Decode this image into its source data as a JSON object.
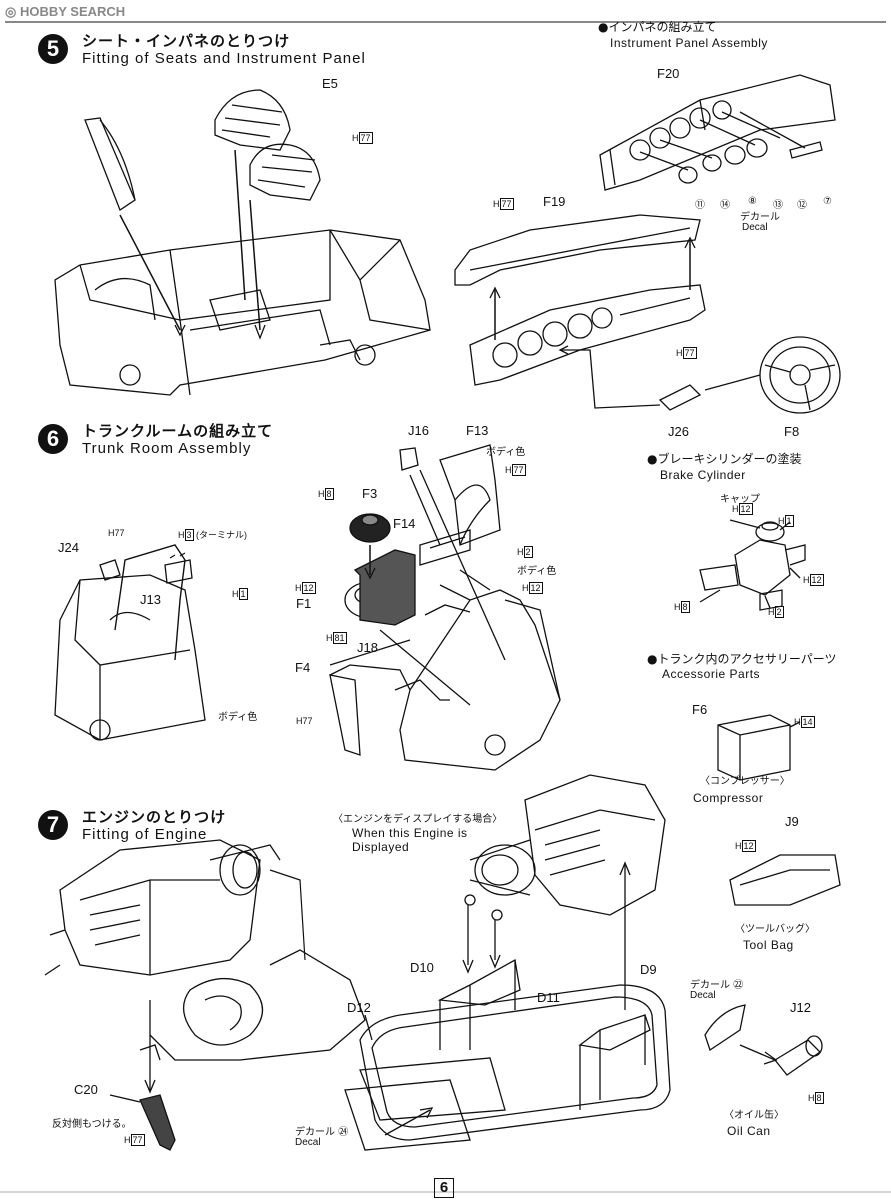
{
  "watermark": "HOBBY SEARCH",
  "steps": [
    {
      "num": "5",
      "jp": "シート・インパネのとりつけ",
      "en": "Fitting of Seats and Instrument Panel"
    },
    {
      "num": "6",
      "jp": "トランクルームの組み立て",
      "en": "Trunk Room Assembly"
    },
    {
      "num": "7",
      "jp": "エンジンのとりつけ",
      "en": "Fitting of Engine"
    }
  ],
  "subsections": {
    "instrument_panel": {
      "jp": "●インパネの組み立て",
      "en": "Instrument Panel Assembly"
    },
    "brake_cylinder": {
      "jp": "●ブレーキシリンダーの塗装",
      "en": "Brake Cylinder"
    },
    "accessories": {
      "jp": "●トランク内のアクセサリーパーツ",
      "en": "Accessorie Parts"
    },
    "engine_display": {
      "jp": "〈エンジンをディスプレイする場合〉",
      "en1": "When this Engine is",
      "en2": "Displayed"
    }
  },
  "parts": {
    "e5": "E5",
    "f20": "F20",
    "f19": "F19",
    "j26": "J26",
    "f8": "F8",
    "j16": "J16",
    "f13": "F13",
    "f3": "F3",
    "f14": "F14",
    "f1": "F1",
    "j18": "J18",
    "f4": "F4",
    "j24": "J24",
    "j13": "J13",
    "f6": "F6",
    "j9": "J9",
    "j12": "J12",
    "c20": "C20",
    "d10": "D10",
    "d9": "D9",
    "d12": "D12",
    "d11": "D11"
  },
  "colors": {
    "h_prefix": "H",
    "c77": "77",
    "c8": "8",
    "c12": "12",
    "c81": "81",
    "c1": "1",
    "c2": "2",
    "c3": "3",
    "c14": "14",
    "n11": "⑪",
    "n14": "⑭",
    "n8": "⑧",
    "n13": "⑬",
    "n12": "⑫",
    "n7": "⑦",
    "n22": "㉒",
    "n24": "㉔"
  },
  "notes": {
    "decal_jp": "デカール",
    "decal_en": "Decal",
    "body_color": "ボディ色",
    "terminal": "(ターミナル)",
    "cap": "キャップ",
    "compressor_jp": "〈コンプレッサー〉",
    "compressor_en": "Compressor",
    "toolbag_jp": "〈ツールバッグ〉",
    "toolbag_en": "Tool Bag",
    "oilcan_jp": "〈オイル缶〉",
    "oilcan_en": "Oil Can",
    "opposite_side": "反対側もつける。"
  },
  "page_number": "6"
}
